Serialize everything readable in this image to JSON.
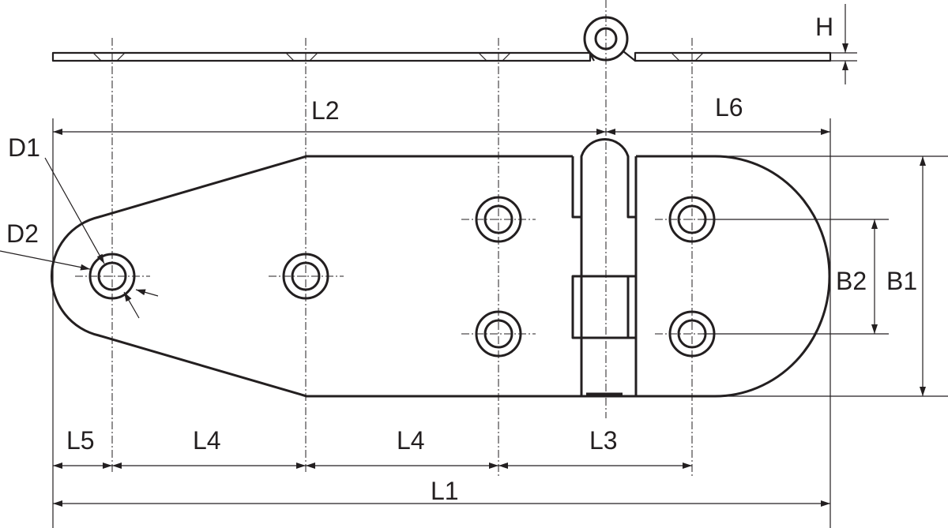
{
  "diagram": {
    "labels": {
      "H": "H",
      "L2": "L2",
      "L6": "L6",
      "D1": "D1",
      "D2": "D2",
      "B2": "B2",
      "B1": "B1",
      "L5": "L5",
      "L4_left": "L4",
      "L4_right": "L4",
      "L3": "L3",
      "L1": "L1"
    },
    "colors": {
      "line": "#231f20",
      "background": "#ffffff"
    }
  }
}
